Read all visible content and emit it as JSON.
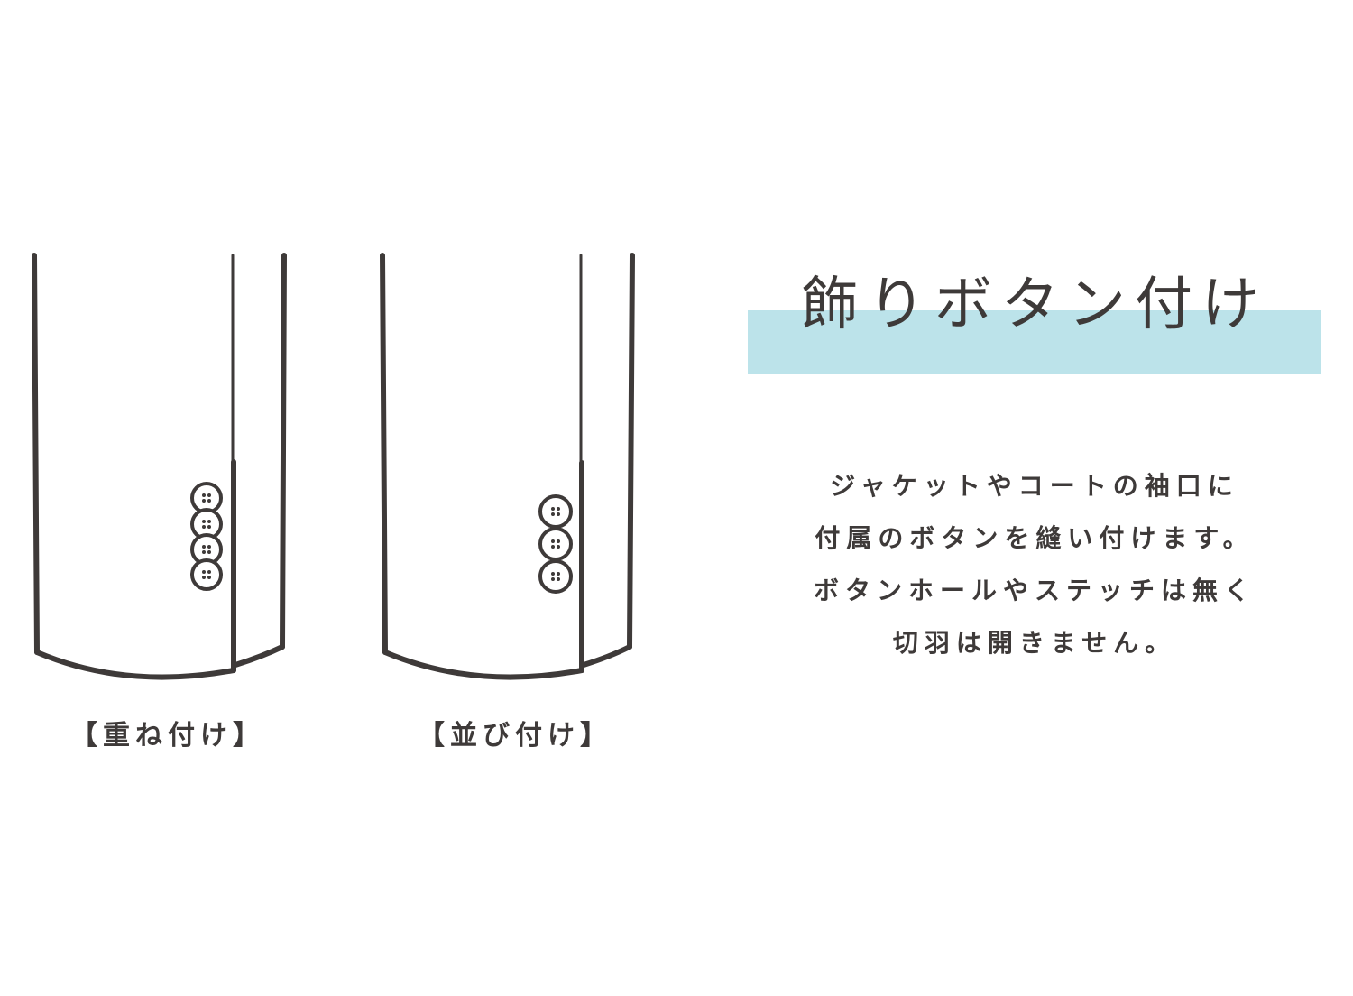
{
  "title": "飾りボタン付け",
  "description": {
    "lines": [
      "ジャケットやコートの袖口に",
      "付属のボタンを縫い付けます。",
      "ボタンホールやステッチは無く",
      "切羽は開きません。"
    ]
  },
  "diagrams": [
    {
      "label": "【重ね付け】",
      "button_count": 4,
      "style": "overlapping"
    },
    {
      "label": "【並び付け】",
      "button_count": 3,
      "style": "side-by-side"
    }
  ],
  "colors": {
    "line": "#3e3a39",
    "accent_band": "#bce3ea",
    "background": "#ffffff"
  }
}
